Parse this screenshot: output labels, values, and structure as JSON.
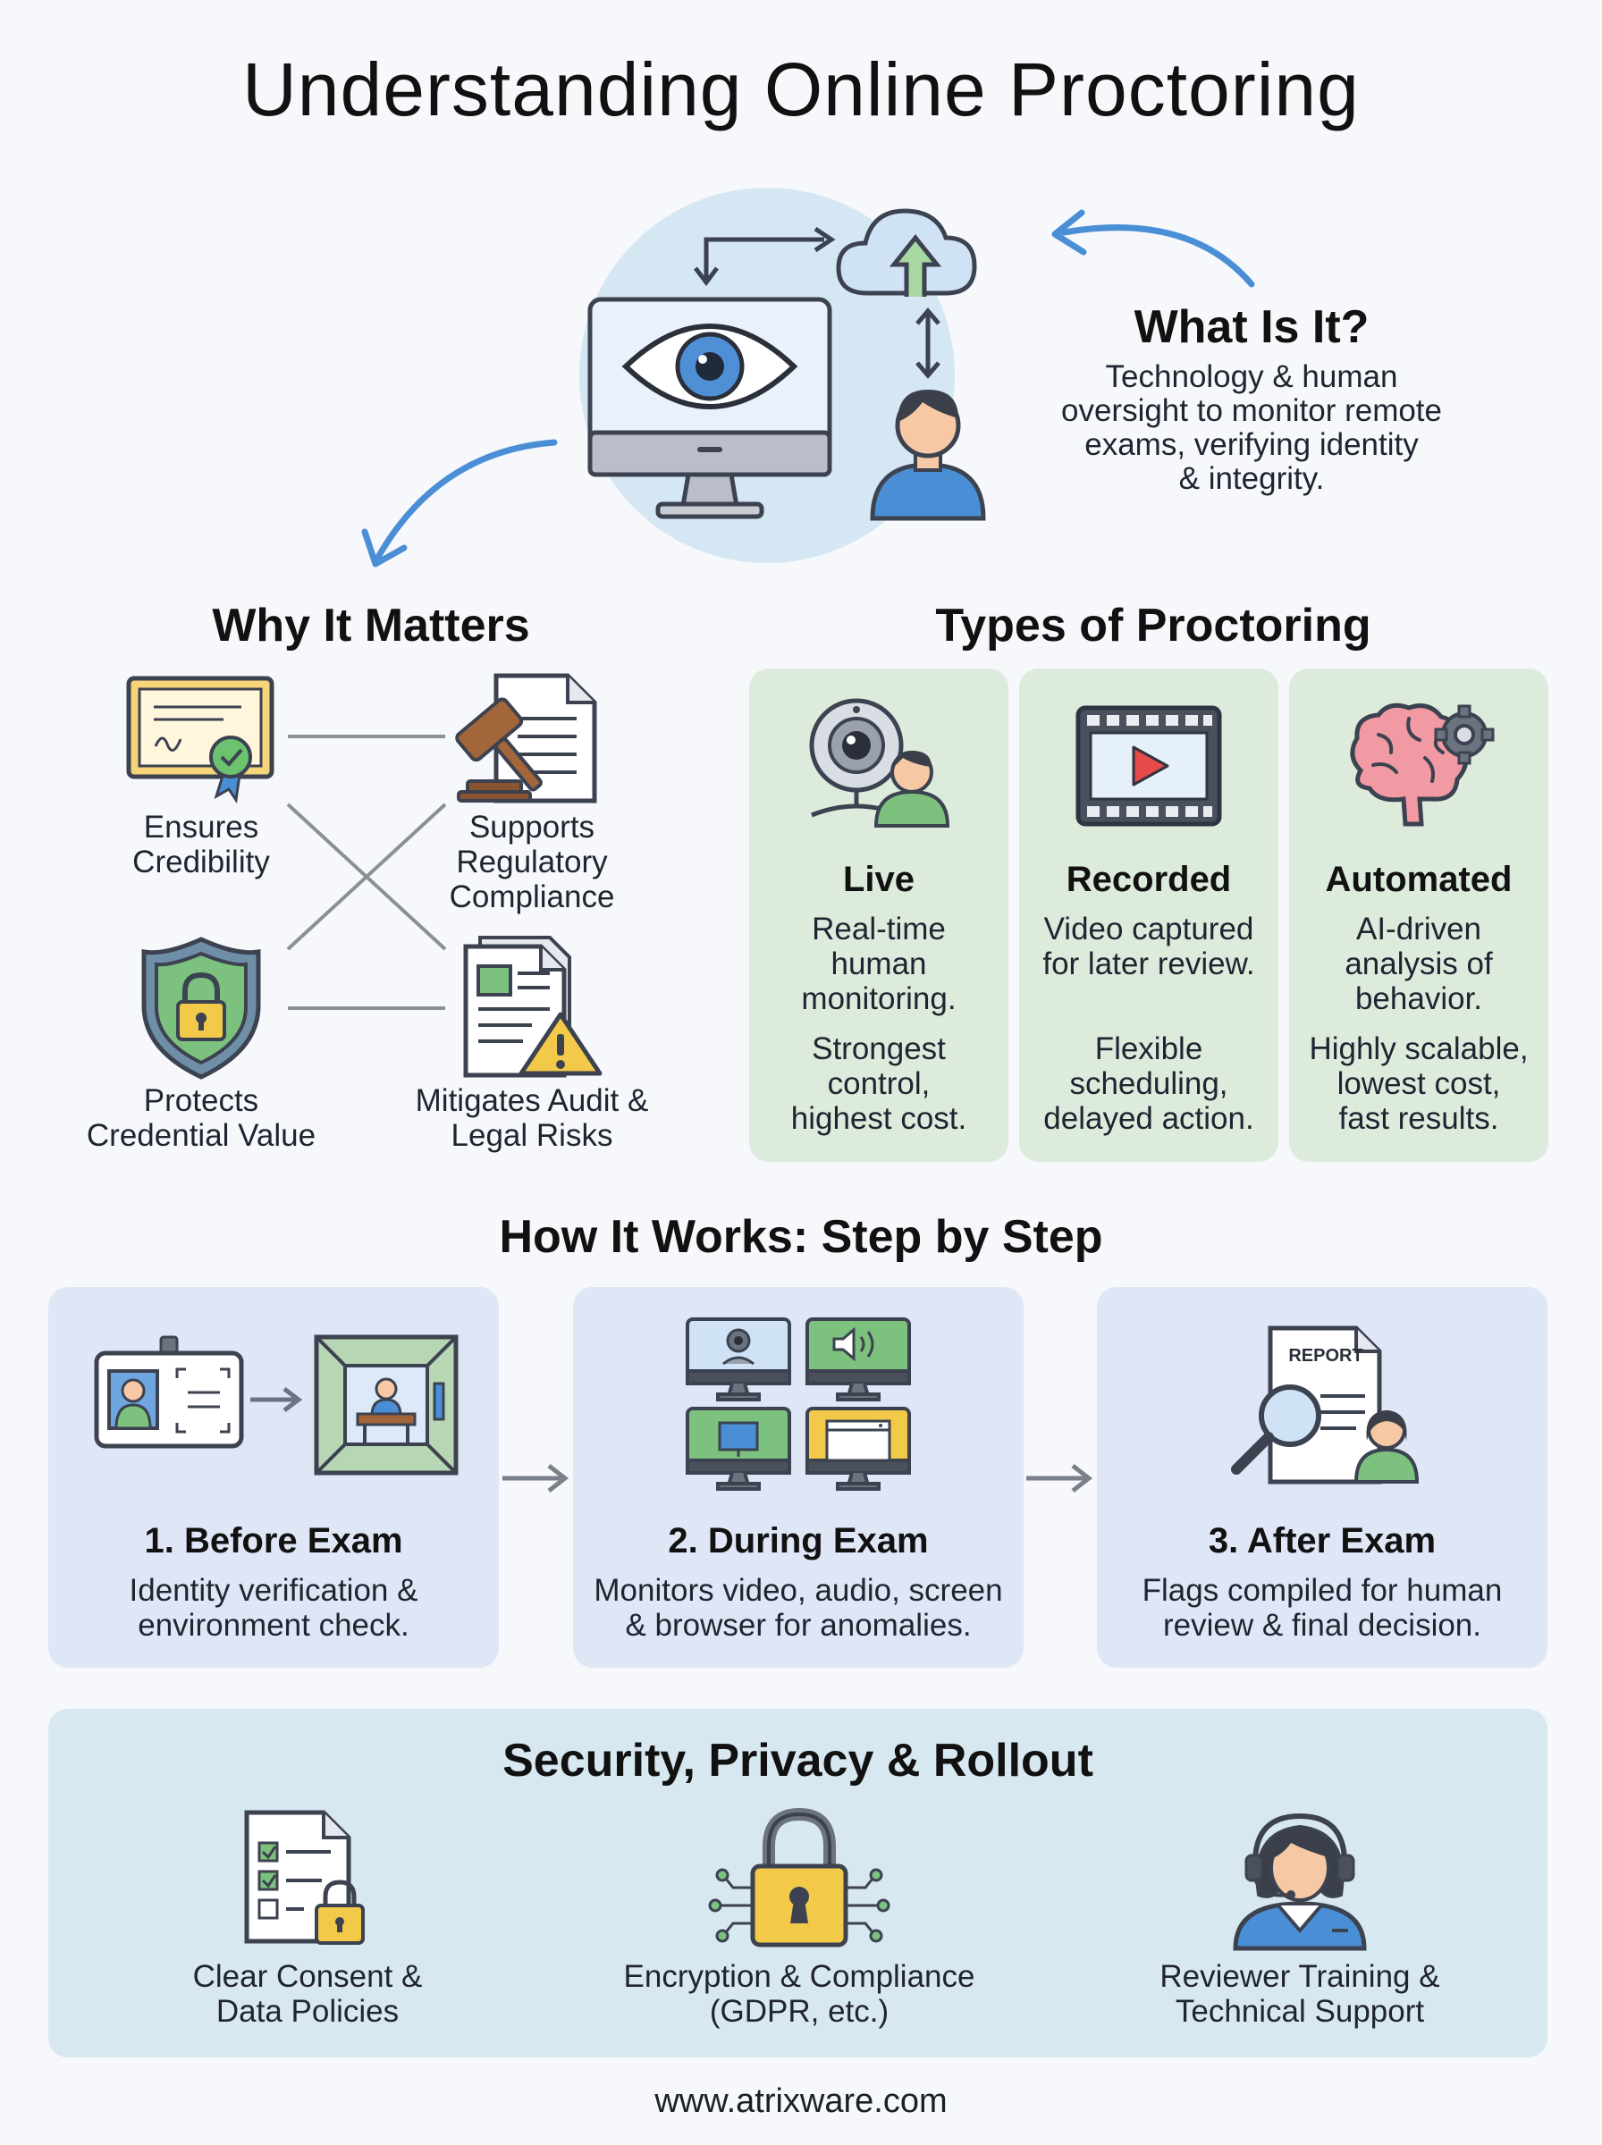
{
  "title": "Understanding Online Proctoring",
  "what_is_it": {
    "heading": "What Is It?",
    "text": "Technology & human\noversight to monitor remote\nexams, verifying identity\n& integrity."
  },
  "why_it_matters": {
    "heading": "Why It Matters",
    "items": [
      {
        "label": "Ensures\nCredibility",
        "icon": "certificate-icon"
      },
      {
        "label": "Supports\nRegulatory\nCompliance",
        "icon": "gavel-document-icon"
      },
      {
        "label": "Protects\nCredential Value",
        "icon": "shield-lock-icon"
      },
      {
        "label": "Mitigates Audit &\nLegal Risks",
        "icon": "document-warning-icon"
      }
    ]
  },
  "types": {
    "heading": "Types of Proctoring",
    "cards": [
      {
        "title": "Live",
        "desc": "Real-time\nhuman\nmonitoring.",
        "note": "Strongest\ncontrol,\nhighest cost.",
        "icon": "webcam-person-icon"
      },
      {
        "title": "Recorded",
        "desc": "Video captured\nfor later review.",
        "note": "Flexible\nscheduling,\ndelayed action.",
        "icon": "film-play-icon"
      },
      {
        "title": "Automated",
        "desc": "AI-driven\nanalysis of\nbehavior.",
        "note": "Highly scalable,\nlowest cost,\nfast results.",
        "icon": "brain-gear-icon"
      }
    ]
  },
  "how_it_works": {
    "heading": "How It Works: Step by Step",
    "steps": [
      {
        "title": "1. Before Exam",
        "desc": "Identity verification &\nenvironment check.",
        "icon": "id-room-icon"
      },
      {
        "title": "2. During Exam",
        "desc": "Monitors video, audio, screen\n& browser for anomalies.",
        "icon": "monitors-icon"
      },
      {
        "title": "3. After Exam",
        "desc": "Flags compiled for human\nreview & final decision.",
        "icon": "report-review-icon",
        "report_label": "REPORT"
      }
    ]
  },
  "security": {
    "heading": "Security, Privacy & Rollout",
    "items": [
      {
        "label": "Clear Consent &\nData Policies",
        "icon": "checklist-lock-icon"
      },
      {
        "label": "Encryption & Compliance\n(GDPR, etc.)",
        "icon": "padlock-circuit-icon"
      },
      {
        "label": "Reviewer Training &\nTechnical Support",
        "icon": "support-agent-icon"
      }
    ]
  },
  "footer": "www.atrixware.com",
  "colors": {
    "accent_blue": "#4a8fd6",
    "green_card": "#dcebdc",
    "lavender_card": "#dfe6f5",
    "blue_panel": "#d8e8f1",
    "warning_yellow": "#f3c94a"
  }
}
